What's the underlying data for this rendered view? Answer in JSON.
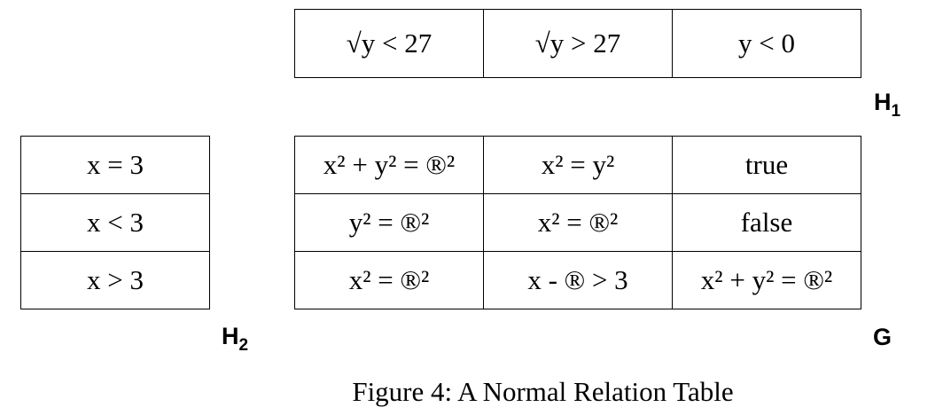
{
  "h1": {
    "label": "H",
    "label_sub": "1",
    "cells": [
      "√y < 27",
      "√y > 27",
      "y < 0"
    ]
  },
  "h2": {
    "label": "H",
    "label_sub": "2",
    "rows": [
      "x = 3",
      "x < 3",
      "x > 3"
    ]
  },
  "g": {
    "label": "G",
    "rows": [
      [
        "x² + y² = ®²",
        "x² = y²",
        "true"
      ],
      [
        "y² = ®²",
        "x² = ®²",
        "false"
      ],
      [
        "x² = ®²",
        "x - ® > 3",
        "x² + y² = ®²"
      ]
    ]
  },
  "caption": "Figure 4: A Normal Relation Table"
}
